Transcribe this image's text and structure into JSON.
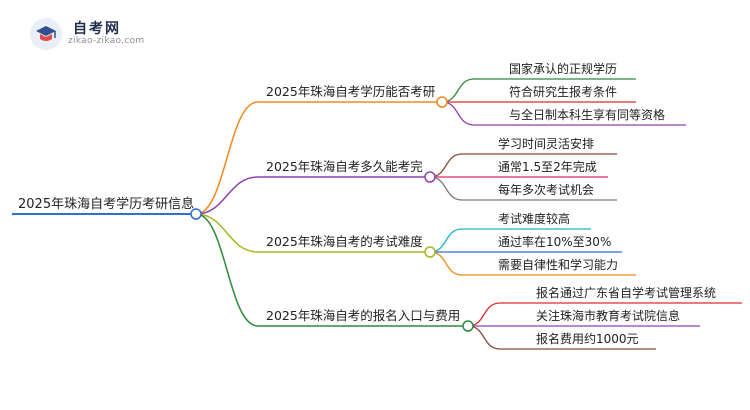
{
  "logo": {
    "title": "自考网",
    "url": "zikao-zikao.com"
  },
  "mindmap": {
    "root": "2025年珠海自考学历考研信息",
    "branches": [
      {
        "label": "2025年珠海自考学历能否考研",
        "color": "#f08a1c",
        "children": [
          {
            "label": "国家承认的正规学历",
            "color": "#2e8b3e"
          },
          {
            "label": "符合研究生报考条件",
            "color": "#e02b2b"
          },
          {
            "label": "与全日制本科生享有同等资格",
            "color": "#8e44ad"
          }
        ]
      },
      {
        "label": "2025年珠海自考多久能考完",
        "color": "#8e44ad",
        "children": [
          {
            "label": "学习时间灵活安排",
            "color": "#8b4a3c"
          },
          {
            "label": "通常1.5至2年完成",
            "color": "#e0256b"
          },
          {
            "label": "每年多次考试机会",
            "color": "#7a7a7a"
          }
        ]
      },
      {
        "label": "2025年珠海自考的考试难度",
        "color": "#a6b81c",
        "children": [
          {
            "label": "考试难度较高",
            "color": "#1fb5c4"
          },
          {
            "label": "通过率在10%至30%",
            "color": "#2f6fd6"
          },
          {
            "label": "需要自律性和学习能力",
            "color": "#f08a1c"
          }
        ]
      },
      {
        "label": "2025年珠海自考的报名入口与费用",
        "color": "#2e8b3e",
        "children": [
          {
            "label": "报名通过广东省自学考试管理系统",
            "color": "#e02b2b"
          },
          {
            "label": "关注珠海市教育考试院信息",
            "color": "#8e44ad"
          },
          {
            "label": "报名费用约1000元",
            "color": "#8b4a3c"
          }
        ]
      }
    ]
  }
}
